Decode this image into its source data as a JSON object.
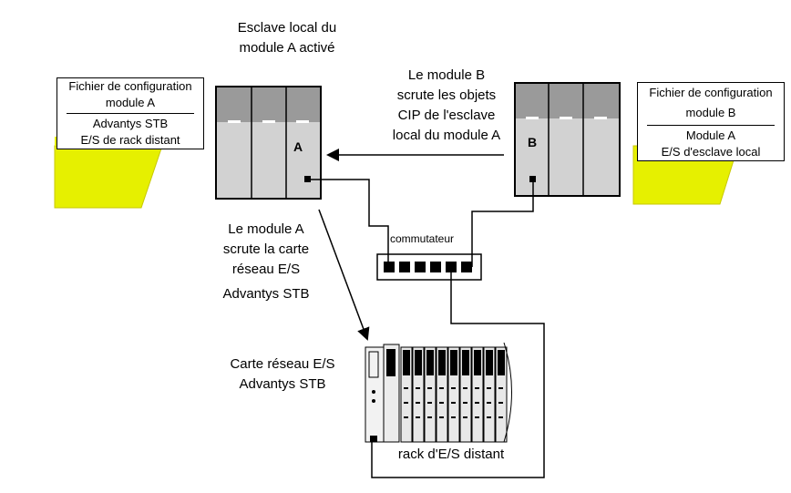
{
  "labels": {
    "slave_active": [
      "Esclave local du",
      "module A activé"
    ],
    "module_b_scan": [
      "Le module B",
      "scrute les objets",
      "CIP de l'esclave",
      "local du module A"
    ],
    "module_a_scan": [
      "Le module A",
      "scrute la carte",
      "réseau E/S"
    ],
    "module_a_scan_sub": "Advantys STB",
    "nic": [
      "Carte réseau E/S",
      "Advantys STB"
    ],
    "switch": "commutateur",
    "rack": "rack d'E/S distant"
  },
  "config_a": {
    "top": [
      "Fichier de configuration",
      "module A"
    ],
    "bottom": [
      "Advantys  STB",
      "E/S de rack distant"
    ]
  },
  "config_b": {
    "top": [
      "Fichier de configuration",
      "module B"
    ],
    "bottom": [
      "Module A",
      "E/S d'esclave local"
    ]
  },
  "module_a": {
    "letter": "A"
  },
  "module_b": {
    "letter": "B"
  },
  "colors": {
    "folder": "#e6f000",
    "rack_body": "#d2d2d2",
    "rack_top": "#9a9a9a"
  }
}
